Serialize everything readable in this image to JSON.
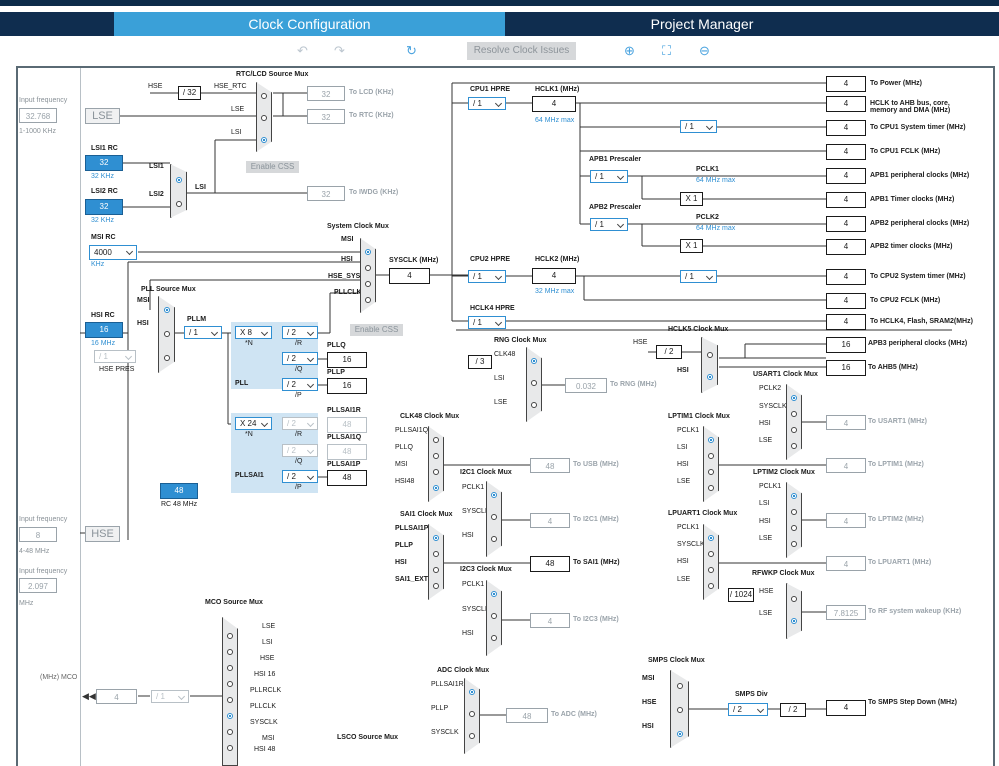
{
  "tabs": {
    "clock": "Clock Configuration",
    "project": "Project Manager"
  },
  "toolbar": {
    "resolve": "Resolve Clock Issues"
  },
  "sources": {
    "lse_input_freq_label": "Input frequency",
    "lse_input_freq": "32.768",
    "lse_range": "1-1000 KHz",
    "lse": "LSE",
    "lsi1_rc": "LSI1 RC",
    "lsi1_val": "32",
    "lsi1_khz": "32 KHz",
    "lsi2_rc": "LSI2 RC",
    "lsi2_val": "32",
    "lsi2_khz": "32 KHz",
    "msi_rc": "MSI RC",
    "msi_val": "4000",
    "msi_unit": "KHz",
    "hsi_rc": "HSI RC",
    "hsi_val": "16",
    "hsi_mhz": "16 MHz",
    "hse_pres_val": "/ 1",
    "hse_pres": "HSE PRES",
    "rc48_val": "48",
    "rc48_label": "RC 48 MHz",
    "hse_input_freq_label": "Input frequency",
    "hse_input_freq": "8",
    "hse_range": "4-48 MHz",
    "hse": "HSE",
    "lsebypass_label": "Input frequency",
    "lsebypass_val": "2.097",
    "lsebypass_unit": "MHz"
  },
  "rtc": {
    "mux_title": "RTC/LCD Source Mux",
    "hse": "HSE",
    "div32": "/ 32",
    "hse_rtc": "HSE_RTC",
    "lse": "LSE",
    "lsi": "LSI",
    "to_lcd_val": "32",
    "to_lcd": "To LCD (KHz)",
    "to_rtc_val": "32",
    "to_rtc": "To RTC (KHz)",
    "enable_css": "Enable CSS",
    "lsi1": "LSI1",
    "lsi2": "LSI2",
    "lsi_out": "LSI",
    "to_iwdg_val": "32",
    "to_iwdg": "To IWDG (KHz)"
  },
  "sysmux": {
    "title": "System Clock Mux",
    "msi": "MSI",
    "hsi": "HSI",
    "hse_sys": "HSE_SYS",
    "pllclk": "PLLCLK",
    "sysclk_label": "SYSCLK (MHz)",
    "sysclk_val": "4",
    "enable_css": "Enable CSS"
  },
  "pll": {
    "src_title": "PLL Source Mux",
    "msi": "MSI",
    "hsi": "HSI",
    "pllm_label": "PLLM",
    "pllm": "/ 1",
    "n": "X 8",
    "n_lbl": "*N",
    "r": "/ 2",
    "r_lbl": "/R",
    "q": "/ 2",
    "q_lbl": "/Q",
    "p": "/ 2",
    "p_lbl": "/P",
    "pll_lbl": "PLL",
    "pllq_lbl": "PLLQ",
    "pllq_val": "16",
    "pllp_lbl": "PLLP",
    "pllp_val": "16",
    "sai_n": "X 24",
    "sai_n_lbl": "*N",
    "sai_r": "/ 2",
    "sai_r_lbl": "/R",
    "sai_q": "/ 2",
    "sai_q_lbl": "/Q",
    "sai_p": "/ 2",
    "sai_p_lbl": "/P",
    "sai_lbl": "PLLSAI1",
    "sai1r_lbl": "PLLSAI1R",
    "sai1r_val": "48",
    "sai1q_lbl": "PLLSAI1Q",
    "sai1q_val": "48",
    "sai1p_lbl": "PLLSAI1P",
    "sai1p_val": "48"
  },
  "ahb": {
    "cpu1_hpre": "CPU1 HPRE",
    "cpu1_div": "/ 1",
    "hclk1": "HCLK1 (MHz)",
    "hclk1_val": "4",
    "max64": "64 MHz max",
    "cpu2_hpre": "CPU2 HPRE",
    "cpu2_div": "/ 1",
    "hclk2": "HCLK2 (MHz)",
    "hclk2_val": "4",
    "max32": "32 MHz max",
    "hclk4_hpre": "HCLK4 HPRE",
    "hclk4_div": "/ 1",
    "apb1_pres": "APB1 Prescaler",
    "apb1_div": "/ 1",
    "pclk1": "PCLK1",
    "pclk1_max": "64 MHz max",
    "apb2_pres": "APB2 Prescaler",
    "apb2_div": "/ 1",
    "pclk2": "PCLK2",
    "pclk2_max": "64 MHz max",
    "x1a": "X 1",
    "x1b": "X 1",
    "cpu1_tmr_div": "/ 1",
    "cpu2_tmr_div": "/ 1"
  },
  "outputs": [
    {
      "val": "4",
      "label": "To Power (MHz)"
    },
    {
      "val": "4",
      "label": "HCLK to AHB bus, core,"
    },
    {
      "val": "4",
      "label": "To CPU1 System timer (MHz)"
    },
    {
      "val": "4",
      "label": "To CPU1 FCLK (MHz)"
    },
    {
      "val": "4",
      "label": "APB1 peripheral clocks (MHz)"
    },
    {
      "val": "4",
      "label": "APB1 Timer clocks (MHz)"
    },
    {
      "val": "4",
      "label": "APB2 peripheral clocks (MHz)"
    },
    {
      "val": "4",
      "label": "APB2 timer clocks (MHz)"
    },
    {
      "val": "4",
      "label": "To CPU2 System timer (MHz)"
    },
    {
      "val": "4",
      "label": "To CPU2 FCLK (MHz)"
    },
    {
      "val": "4",
      "label": "To HCLK4, Flash, SRAM2(MHz)"
    }
  ],
  "hclk_line2": "memory and DMA (MHz)",
  "hclk5": {
    "title": "HCLK5 Clock Mux",
    "hse": "HSE",
    "div": "/ 2",
    "hsi": "HSI",
    "apb3_val": "16",
    "apb3": "APB3 peripheral clocks (MHz)",
    "ahb5_val": "16",
    "ahb5": "To AHB5 (MHz)"
  },
  "rng": {
    "title": "RNG Clock Mux",
    "div3": "/ 3",
    "clk48": "CLK48",
    "lsi": "LSI",
    "lse": "LSE",
    "val": "0.032",
    "label": "To RNG (MHz)"
  },
  "clk48": {
    "title": "CLK48 Clock Mux",
    "in1": "PLLSAI1Q",
    "in2": "PLLQ",
    "in3": "MSI",
    "in4": "HSI48",
    "usb_val": "48",
    "usb": "To USB (MHz)"
  },
  "i2c1": {
    "title": "I2C1 Clock Mux",
    "in1": "PCLK1",
    "in2": "SYSCLK",
    "in3": "HSI",
    "val": "4",
    "label": "To I2C1 (MHz)"
  },
  "sai1": {
    "title": "SAI1 Clock Mux",
    "in1": "PLLSAI1P",
    "in2": "PLLP",
    "in3": "HSI",
    "in4": "SAI1_EXT",
    "val": "48",
    "label": "To SAI1 (MHz)"
  },
  "i2c3": {
    "title": "I2C3 Clock Mux",
    "in1": "PCLK1",
    "in2": "SYSCLK",
    "in3": "HSI",
    "val": "4",
    "label": "To I2C3 (MHz)"
  },
  "adc": {
    "title": "ADC Clock Mux",
    "in1": "PLLSAI1R",
    "in2": "PLLP",
    "in3": "SYSCLK",
    "val": "48",
    "label": "To ADC (MHz)"
  },
  "usart1": {
    "title": "USART1 Clock Mux",
    "in1": "PCLK2",
    "in2": "SYSCLK",
    "in3": "HSI",
    "in4": "LSE",
    "val": "4",
    "label": "To USART1 (MHz)"
  },
  "lptim1": {
    "title": "LPTIM1 Clock Mux",
    "in1": "PCLK1",
    "in2": "LSI",
    "in3": "HSI",
    "in4": "LSE",
    "val": "4",
    "label": "To LPTIM1 (MHz)"
  },
  "lptim2": {
    "title": "LPTIM2 Clock Mux",
    "in1": "PCLK1",
    "in2": "LSI",
    "in3": "HSI",
    "in4": "LSE",
    "val": "4",
    "label": "To LPTIM2 (MHz)"
  },
  "lpuart1": {
    "title": "LPUART1 Clock Mux",
    "in1": "PCLK1",
    "in2": "SYSCLK",
    "in3": "HSI",
    "in4": "LSE",
    "val": "4",
    "label": "To LPUART1 (MHz)"
  },
  "rfwkp": {
    "title": "RFWKP Clock Mux",
    "div": "/ 1024",
    "hse": "HSE",
    "lse": "LSE",
    "val": "7.8125",
    "label": "To RF system wakeup (KHz)"
  },
  "mco": {
    "title": "MCO Source Mux",
    "label": "(MHz) MCO",
    "val": "4",
    "div": "/ 1",
    "in": [
      "LSE",
      "LSI",
      "HSE",
      "HSI 16",
      "PLLRCLK",
      "PLLCLK",
      "SYSCLK",
      "MSI",
      "HSI 48"
    ]
  },
  "lsco": {
    "title": "LSCO Source Mux"
  },
  "smps": {
    "title": "SMPS Clock Mux",
    "msi": "MSI",
    "hse": "HSE",
    "hsi": "HSI",
    "div_label": "SMPS Div",
    "div": "/ 2",
    "div2": "/ 2",
    "val": "4",
    "label": "To SMPS Step Down (MHz)"
  },
  "colors": {
    "accent": "#3aa0d8",
    "nav": "#0f2d4f",
    "source": "#2f8fd2"
  }
}
